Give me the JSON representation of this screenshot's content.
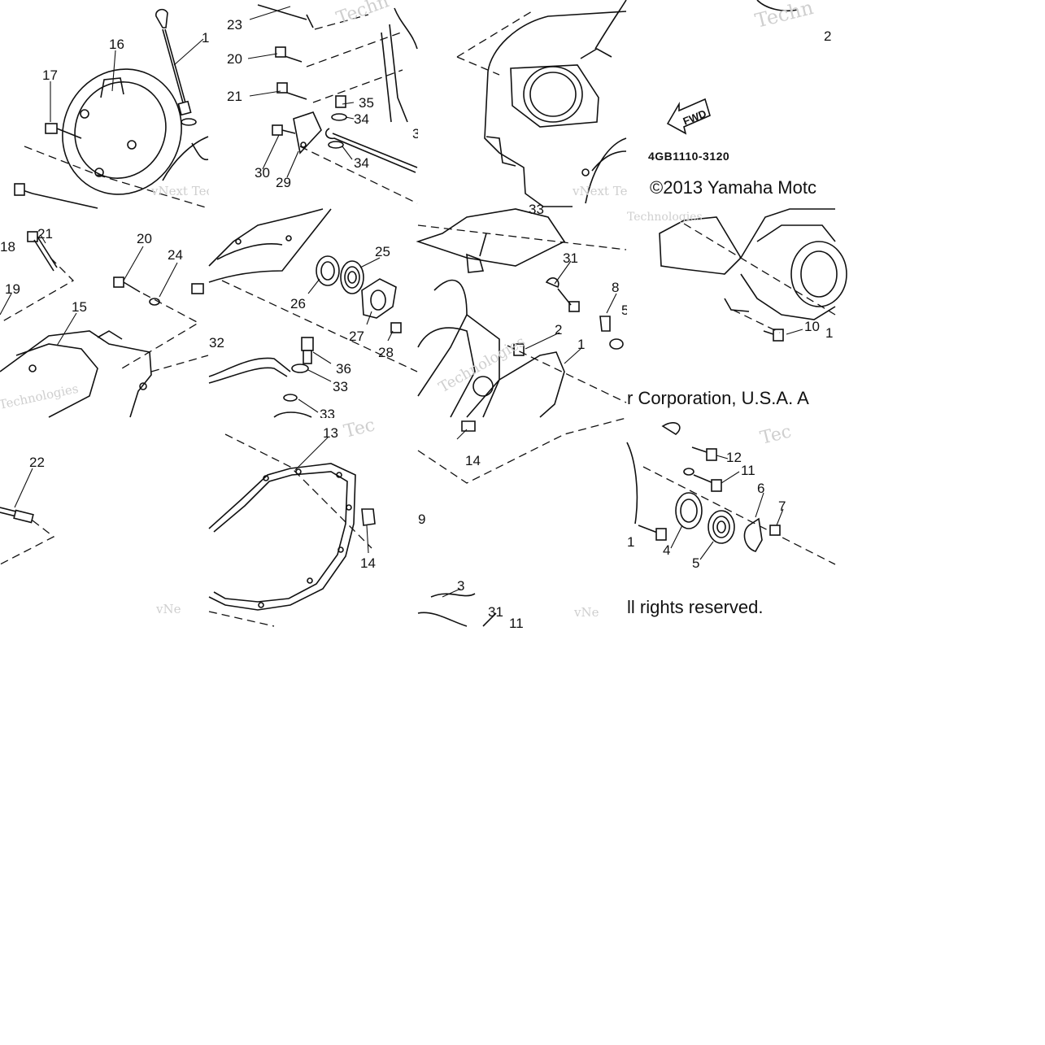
{
  "diagram": {
    "part_code": "4GB1110-3120",
    "fwd_label": "FWD",
    "copyright_line1": "©2013 Yamaha Motc",
    "copyright_line2": "r Corporation, U.S.A. A",
    "copyright_line3": "ll rights reserved.",
    "watermark_a": "Techn",
    "watermark_b": "vNext Tec",
    "watermark_c": "Technologies",
    "watermark_d": "Tec",
    "watermark_e": "vNe",
    "callouts": {
      "t00": [
        "16",
        "17",
        "1"
      ],
      "t01": [
        "23",
        "20",
        "21",
        "35",
        "34",
        "34",
        "30",
        "29",
        "3"
      ],
      "t03": [
        "2"
      ],
      "t10": [
        "18",
        "21",
        "20",
        "24",
        "19",
        "15"
      ],
      "t11": [
        "25",
        "26",
        "27",
        "28",
        "32",
        "36",
        "33",
        "33"
      ],
      "t12": [
        "31",
        "2",
        "1",
        "8",
        "5",
        "33"
      ],
      "t13": [
        "10",
        "1"
      ],
      "t20": [
        "22"
      ],
      "t21": [
        "13",
        "14"
      ],
      "t22": [
        "14",
        "9",
        "3",
        "31",
        "11"
      ],
      "t23": [
        "12",
        "11",
        "6",
        "7",
        "4",
        "5",
        "1"
      ]
    }
  }
}
